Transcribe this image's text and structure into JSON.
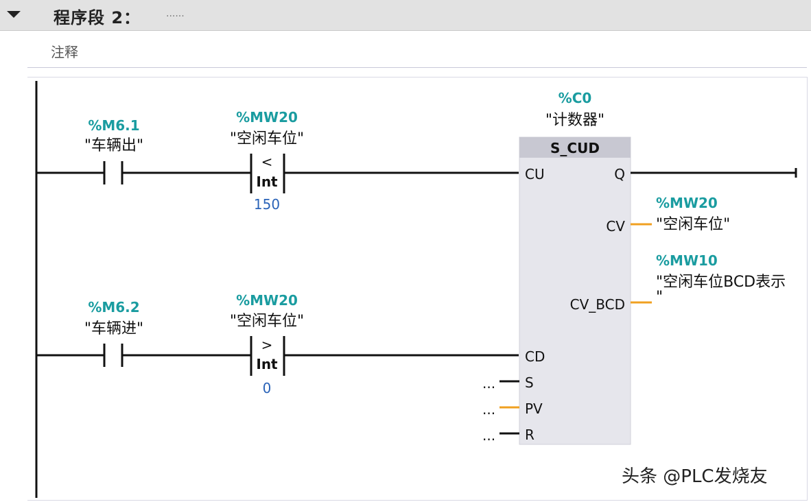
{
  "network": {
    "title": "程序段 2：",
    "title_dots": "......",
    "comment": "注释"
  },
  "rung1": {
    "contact": {
      "address": "%M6.1",
      "name": "\"车辆出\""
    },
    "compare": {
      "address": "%MW20",
      "name": "\"空闲车位\"",
      "operator": "<",
      "type": "Int",
      "value": "150"
    }
  },
  "rung2": {
    "contact": {
      "address": "%M6.2",
      "name": "\"车辆进\""
    },
    "compare": {
      "address": "%MW20",
      "name": "\"空闲车位\"",
      "operator": ">",
      "type": "Int",
      "value": "0"
    }
  },
  "counter": {
    "address": "%C0",
    "name": "\"计数器\"",
    "type": "S_CUD",
    "pins": {
      "cu": "CU",
      "q": "Q",
      "cv": "CV",
      "cv_bcd": "CV_BCD",
      "cd": "CD",
      "s": "S",
      "pv": "PV",
      "r": "R"
    },
    "cv_out": {
      "address": "%MW20",
      "name": "\"空闲车位\""
    },
    "cv_bcd_out": {
      "address": "%MW10",
      "name_line1": "\"空闲车位BCD表示",
      "name_line2": "\""
    },
    "unconnected": "..."
  },
  "colors": {
    "wire": "#111111",
    "operand": "#1a9ca0",
    "constant": "#2a63b8",
    "unassigned": "#f0a020",
    "box": "#e6e6ec",
    "box_title": "#c8c8d2"
  },
  "watermark": "头条 @PLC发烧友"
}
